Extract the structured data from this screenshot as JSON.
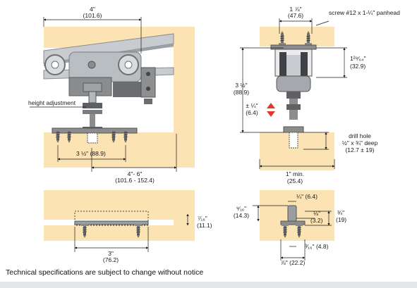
{
  "colors": {
    "wood": "#fbe3b4",
    "wood_edge": "#f5cf88",
    "metal_dark": "#8c8c8c",
    "metal_light": "#c8ccd0",
    "accent": "#e23b2e"
  },
  "left_view": {
    "top_width": {
      "inch": "4\"",
      "mm": "(101.6)"
    },
    "height_adjustment": "height adjustment",
    "bolt_spacing": {
      "inch": "3 ½\"",
      "mm": "(88.9)"
    },
    "door_offset": {
      "inch": "4\"- 6\"",
      "mm": "(101.6 - 152.4)"
    },
    "floor_gap": {
      "inch": "⁷⁄₁₆\"",
      "mm": "(11.1)"
    },
    "guide_width": {
      "inch": "3\"",
      "mm": "(76.2)"
    }
  },
  "right_view": {
    "bracket_width": {
      "inch": "1 ⅞\"",
      "mm": "(47.6)"
    },
    "screw_note": "screw #12 x 1-¼\" panhead",
    "bracket_height": {
      "inch": "1²⁹⁄₆₄\"",
      "mm": "(32.9)"
    },
    "total_height": {
      "inch": "3 ½\"",
      "mm": "(88.9)"
    },
    "adjust_range": {
      "inch": "± ¼\"",
      "mm": "(6.4)"
    },
    "drill_hole": {
      "line1": "drill hole",
      "line2": "½\" x ¾\" deep",
      "line3": "(12.7 ± 19)"
    },
    "min_thickness": {
      "inch": "1\" min.",
      "mm": "(25.4)"
    },
    "pin_width": {
      "inch": "¼\"",
      "mm": "(6.4)"
    },
    "slot_depth": {
      "inch": "⁹⁄₁₆\"",
      "mm": "(14.3)"
    },
    "pin_height": {
      "inch": "⅛\"",
      "mm": "(3.2)"
    },
    "guide_height": {
      "inch": "¾\"",
      "mm": "(19)"
    },
    "slot_width": {
      "inch": "³⁄₁₆\"",
      "mm": "(4.8)"
    },
    "guide_base": {
      "inch": "⅞\"",
      "mm": "(22.2)"
    }
  },
  "footnote": "Technical specifications are subject to change without notice"
}
